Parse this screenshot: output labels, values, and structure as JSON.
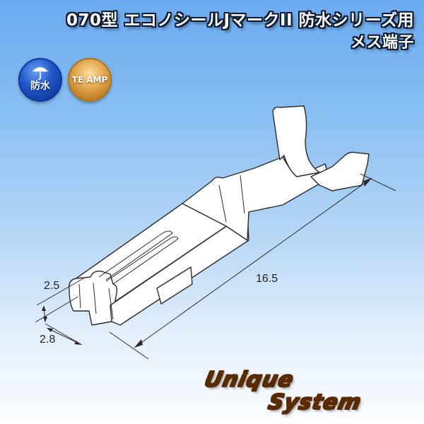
{
  "title": {
    "line1": "070型 エコノシールJマークII 防水シリーズ用",
    "line2": "メス端子"
  },
  "badges": [
    {
      "icon": "umbrella-icon",
      "label": "防水",
      "color": "#1f55c8"
    },
    {
      "icon": null,
      "label": "TE AMP",
      "color": "#e2a34a"
    }
  ],
  "dimensions": {
    "height": "2.5",
    "width": "2.8",
    "length": "16.5"
  },
  "logo": {
    "word1": "Unique",
    "word2": "System"
  },
  "colors": {
    "background_top": "#6aaaf0",
    "background_bottom": "#fbfdff",
    "outline": "#2a2a2a"
  }
}
